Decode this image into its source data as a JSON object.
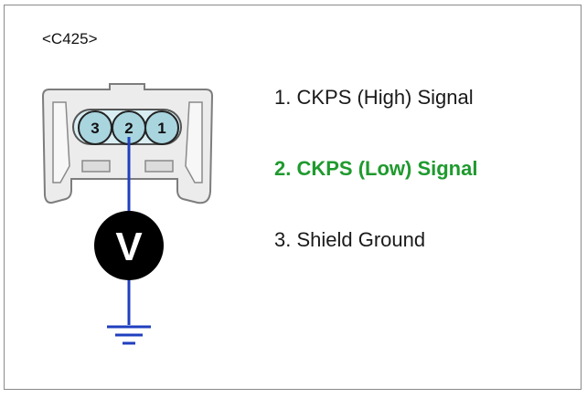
{
  "connector": {
    "id": "<C425>"
  },
  "pins": [
    {
      "number": "3",
      "label": "Shield Ground"
    },
    {
      "number": "2",
      "label": "CKPS (Low) Signal"
    },
    {
      "number": "1",
      "label": "CKPS (High) Signal"
    }
  ],
  "pin_list": [
    {
      "text": "1. CKPS (High) Signal",
      "highlighted": false
    },
    {
      "text": "2. CKPS (Low) Signal",
      "highlighted": true
    },
    {
      "text": "3. Shield Ground",
      "highlighted": false
    }
  ],
  "meter": {
    "symbol": "V",
    "probe_pin": "2"
  },
  "colors": {
    "highlight": "#1f9a2e",
    "probe_wire": "#1f3fbf",
    "pin_fill": "#a9d5df",
    "connector_fill": "#ececec",
    "meter_fill": "#000000"
  }
}
